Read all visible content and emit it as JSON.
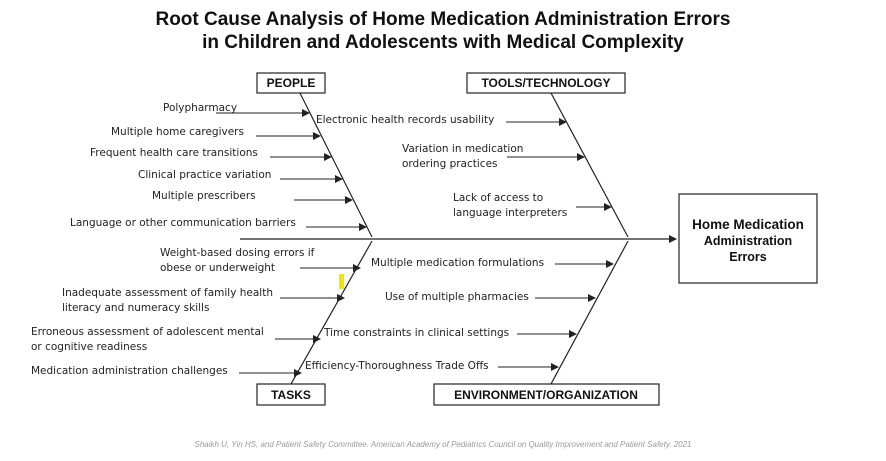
{
  "title": {
    "line1": "Root Cause Analysis of Home Medication Administration Errors",
    "line2": "in Children and Adolescents with Medical Complexity"
  },
  "categories": {
    "people": "PEOPLE",
    "tools": "TOOLS/TECHNOLOGY",
    "tasks": "TASKS",
    "environment": "ENVIRONMENT/ORGANIZATION"
  },
  "effect": {
    "line1": "Home Medication",
    "line2": "Administration",
    "line3": "Errors"
  },
  "people_causes": [
    [
      "Polypharmacy"
    ],
    [
      "Multiple home caregivers"
    ],
    [
      "Frequent health care transitions"
    ],
    [
      "Clinical practice variation"
    ],
    [
      "Multiple prescribers"
    ],
    [
      "Language or other communication barriers"
    ]
  ],
  "tools_causes": [
    [
      "Electronic health records usability"
    ],
    [
      "Variation in medication",
      "ordering practices"
    ],
    [
      "Lack of access to",
      "language interpreters"
    ]
  ],
  "tasks_causes": [
    [
      "Weight-based dosing errors if",
      "obese or underweight"
    ],
    [
      "Inadequate assessment of family health",
      "literacy and numeracy skills"
    ],
    [
      "Erroneous assessment of adolescent mental",
      "or cognitive readiness"
    ],
    [
      "Medication administration challenges"
    ]
  ],
  "environment_causes": [
    [
      "Multiple medication formulations"
    ],
    [
      "Use of multiple pharmacies"
    ],
    [
      "Time constraints in clinical settings"
    ],
    [
      "Efficiency-Thoroughness Trade Offs"
    ]
  ],
  "credit": "Shaikh U, Yin HS, and Patient Safety Committee. American Academy of Pediatrics Council on Quality Improvement and Patient Safety. 2021",
  "colors": {
    "line": "#222222",
    "highlight": "#f2e600"
  }
}
